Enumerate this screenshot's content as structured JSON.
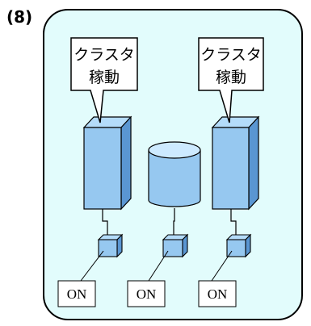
{
  "figure_label": "(8)",
  "callouts": [
    {
      "line1": "クラスタ",
      "line2": "稼動"
    },
    {
      "line1": "クラスタ",
      "line2": "稼動"
    }
  ],
  "switch_labels": [
    "ON",
    "ON",
    "ON"
  ],
  "colors": {
    "panel_fill": "#e2fcfc",
    "panel_stroke": "#000000",
    "server_front": "#96c8f0",
    "server_side": "#5a96d2",
    "server_top": "#b4dcfa",
    "storage_body": "#96c8f0",
    "storage_top": "#cdeaff",
    "callout_fill": "#ffffff"
  }
}
